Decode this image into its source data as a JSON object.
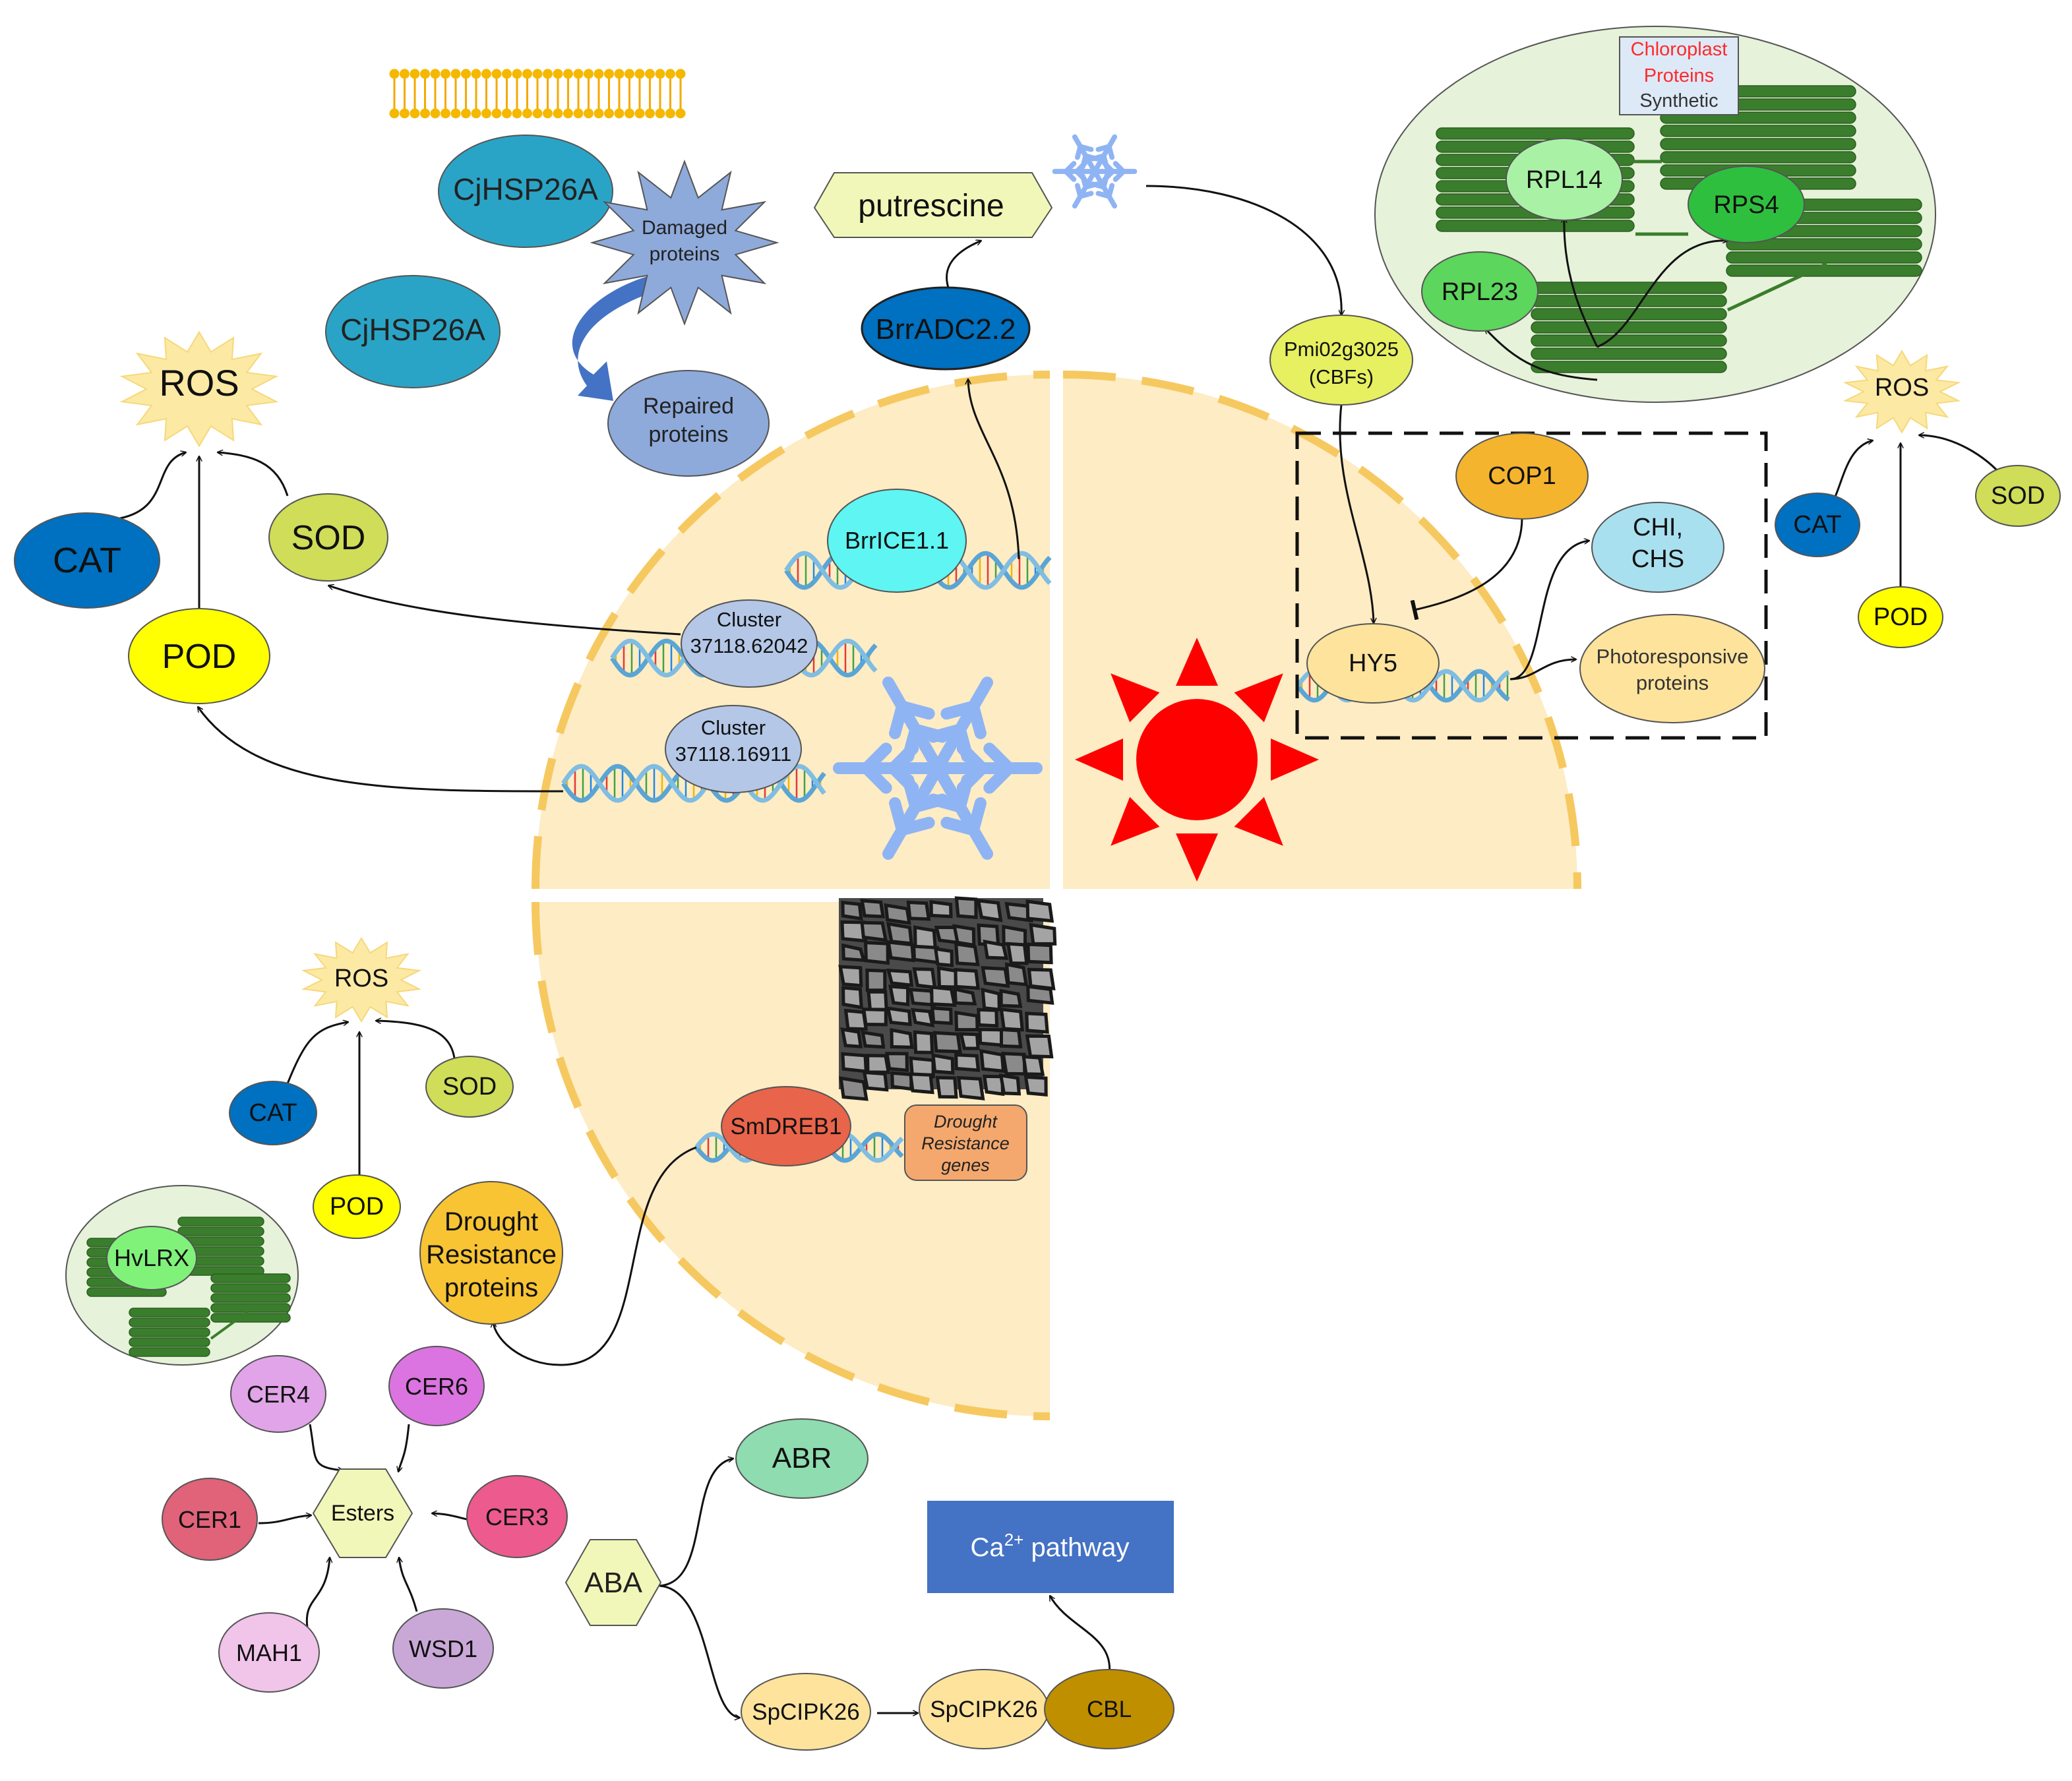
{
  "colors": {
    "quadrant_fill": "#fdecc4",
    "quadrant_border": "#f6c860",
    "cat": "#0070c0",
    "sod": "#cfdd59",
    "pod": "#ffff00",
    "ros": "#fce9a4",
    "sun": "#ff0000",
    "snowflake": "#8fb4f3",
    "dna_blue": "#5aa5d6",
    "stack_green": "#3a7d2c",
    "chloroplast_bg": "#e6f2d9",
    "ca_box": "#4472c4"
  },
  "icons": {
    "membrane": "lipid-bilayer-icon",
    "snowflake": "snowflake-icon",
    "sun": "sun-icon",
    "dna": "dna-helix-icon",
    "thylakoid": "thylakoid-stack-icon",
    "cracked_soil": "cracked-soil-icon"
  },
  "cold": {
    "hsp_a": "CjHSP26A",
    "hsp_b": "CjHSP26A",
    "damaged": [
      "Damaged",
      "proteins"
    ],
    "repaired": [
      "Repaired",
      "proteins"
    ],
    "putrescine": "putrescine",
    "brradc": "BrrADC2.2",
    "brrice": "BrrICE1.1",
    "cluster1": [
      "Cluster",
      "37118.62042"
    ],
    "cluster2": [
      "Cluster",
      "37118.16911"
    ],
    "ros": "ROS",
    "cat": "CAT",
    "sod": "SOD",
    "pod": "POD"
  },
  "light": {
    "pmi": [
      "Pmi02g3025",
      "(CBFs)"
    ],
    "cop1": "COP1",
    "hy5": "HY5",
    "chi": [
      "CHI,",
      "CHS"
    ],
    "photo": [
      "Photoresponsive",
      "proteins"
    ],
    "ros": "ROS",
    "cat": "CAT",
    "sod": "SOD",
    "pod": "POD"
  },
  "chloroplast": {
    "label": [
      "Chloroplast",
      "Proteins",
      "Synthetic"
    ],
    "rpl14": "RPL14",
    "rps4": "RPS4",
    "rpl23": "RPL23"
  },
  "drought": {
    "smdreb1": "SmDREB1",
    "dr_genes": [
      "Drought",
      "Resistance",
      "genes"
    ],
    "dr_proteins": [
      "Drought",
      "Resistance",
      "proteins"
    ],
    "ros": "ROS",
    "cat": "CAT",
    "sod": "SOD",
    "pod": "POD",
    "hvlrx": "HvLRX",
    "esters": "Esters",
    "cer4": "CER4",
    "cer6": "CER6",
    "cer1": "CER1",
    "cer3": "CER3",
    "mah1": "MAH1",
    "wsd1": "WSD1",
    "aba": "ABA",
    "abr": "ABR",
    "spcipk_a": "SpCIPK26",
    "spcipk_b": "SpCIPK26",
    "cbl": "CBL",
    "ca_main": "Ca",
    "ca_sup": "2+",
    "ca_rest": " pathway"
  }
}
